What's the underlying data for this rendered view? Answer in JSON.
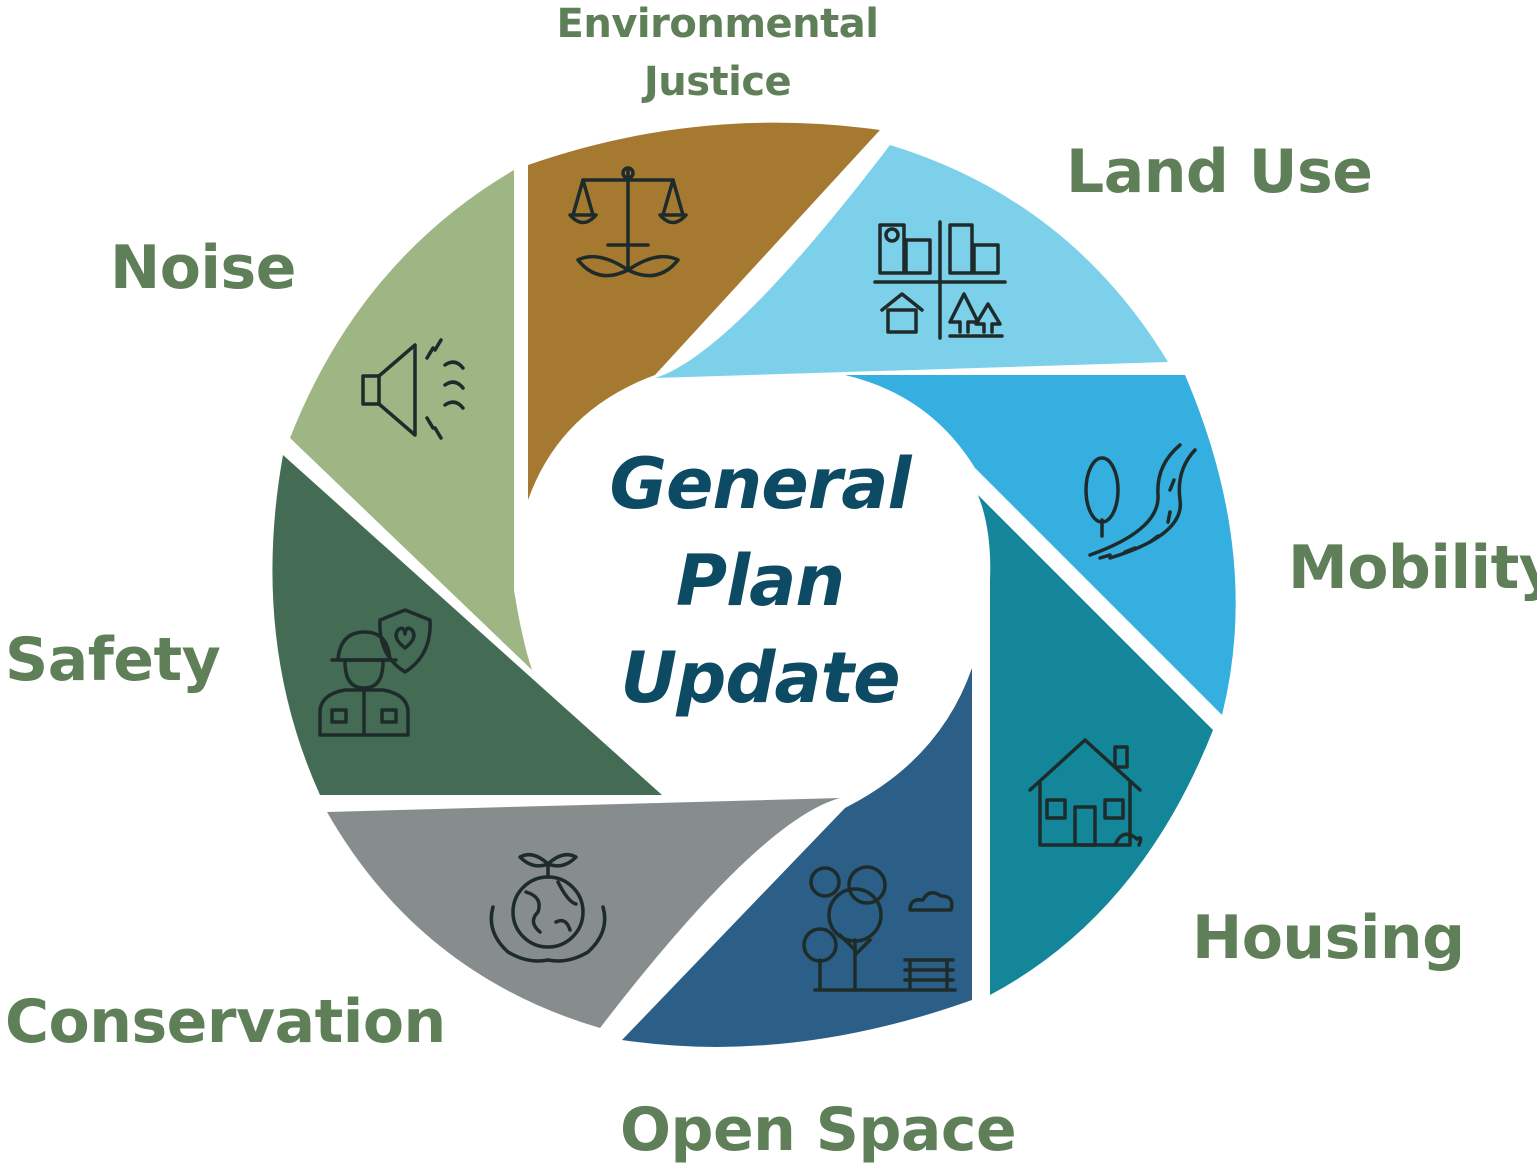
{
  "center_title": {
    "line1": "General",
    "line2": "Plan",
    "line3": "Update"
  },
  "elements": [
    {
      "id": "environmental-justice",
      "label_line1": "Environmental",
      "label_line2": "Justice",
      "color": "#a57a30",
      "icon": "scales-leaves-icon"
    },
    {
      "id": "land-use",
      "label": "Land Use",
      "color": "#7dd0ea",
      "icon": "buildings-house-trees-icon"
    },
    {
      "id": "mobility",
      "label": "Mobility",
      "color": "#35aee0",
      "icon": "tree-road-icon"
    },
    {
      "id": "housing",
      "label": "Housing",
      "color": "#13869a",
      "icon": "house-icon"
    },
    {
      "id": "open-space",
      "label": "Open Space",
      "color": "#2c5f87",
      "icon": "trees-bench-cloud-icon"
    },
    {
      "id": "conservation",
      "label": "Conservation",
      "color": "#878c8d",
      "icon": "earth-hands-sprout-icon"
    },
    {
      "id": "safety",
      "label": "Safety",
      "color": "#446c55",
      "icon": "worker-shield-heart-icon"
    },
    {
      "id": "noise",
      "label": "Noise",
      "color": "#9eb584",
      "icon": "megaphone-sound-icon"
    }
  ],
  "colors": {
    "label_text": "#5f7f59",
    "center_text": "#0d4a63",
    "background": "#ffffff"
  }
}
